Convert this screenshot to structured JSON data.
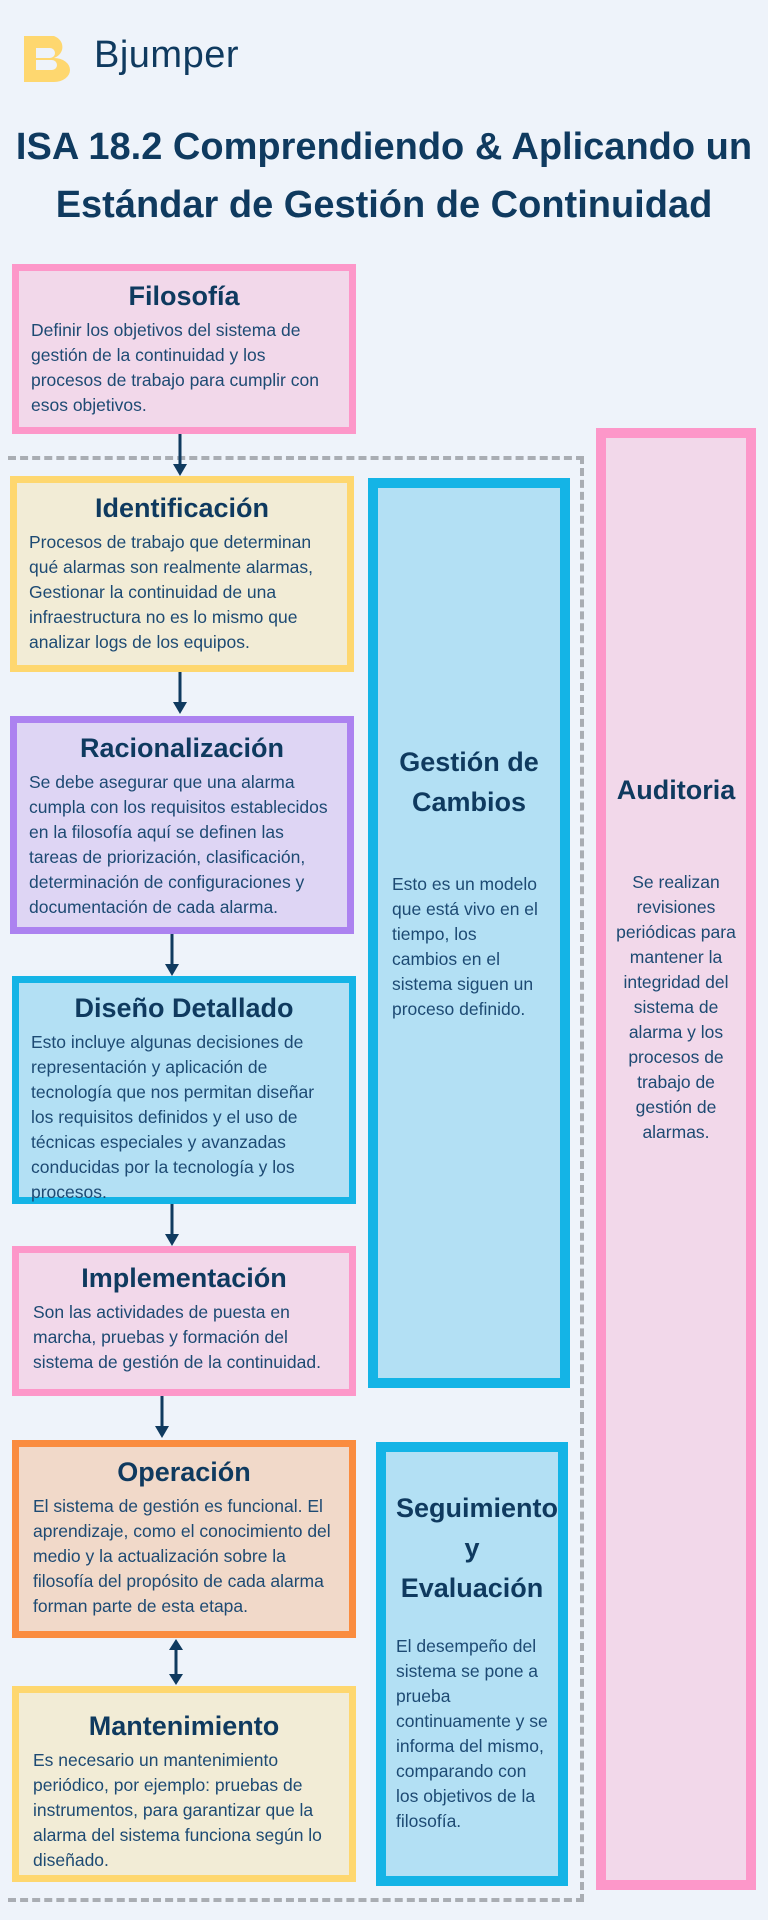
{
  "brand": {
    "name": "Bjumper",
    "logo_color": "#fed76f"
  },
  "title": {
    "line1": "ISA 18.2 Comprendiendo & Aplicando un",
    "line2": "Estándar de Gestión de Continuidad"
  },
  "stages": {
    "filosofia": {
      "title": "Filosofía",
      "text": "Definir los objetivos del sistema de gestión de la continuidad y los procesos de trabajo para cumplir con esos objetivos.",
      "color": "#fd97c9"
    },
    "identificacion": {
      "title": "Identificación",
      "text": "Procesos de trabajo que determinan qué alarmas son realmente alarmas, Gestionar la continuidad de una infraestructura no es lo mismo que analizar logs de los equipos.",
      "color": "#fed76f"
    },
    "racionalizacion": {
      "title": "Racionalización",
      "text": "Se debe asegurar que una alarma cumpla con los requisitos establecidos en la filosofía aquí se definen las tareas de priorización, clasificación, determinación de configuraciones y documentación de cada alarma.",
      "color": "#ac82f0"
    },
    "diseno": {
      "title": "Diseño Detallado",
      "text": "Esto incluye algunas decisiones de representación y aplicación de tecnología que nos permitan diseñar los requisitos definidos y el uso de técnicas especiales y avanzadas conducidas por la tecnología y los procesos.",
      "color": "#14b4e6"
    },
    "implementacion": {
      "title": "Implementación",
      "text": "Son las actividades de puesta en marcha, pruebas y formación del sistema de gestión de la continuidad.",
      "color": "#fd97c9"
    },
    "operacion": {
      "title": "Operación",
      "text": "El sistema de gestión es funcional. El aprendizaje, como el conocimiento del medio y la actualización sobre la filosofía del propósito de cada alarma forman parte de esta etapa.",
      "color": "#fa8c3f"
    },
    "mantenimiento": {
      "title": "Mantenimiento",
      "text": "Es necesario un mantenimiento periódico, por ejemplo: pruebas de instrumentos, para garantizar que la alarma del sistema funciona según lo diseñado.",
      "color": "#fed76f"
    }
  },
  "side": {
    "cambios": {
      "title_line1": "Gestión de",
      "title_line2": "Cambios",
      "text": "Esto es un modelo que está vivo en el tiempo, los cambios en el sistema siguen un proceso definido."
    },
    "seguimiento": {
      "title_line1": "Seguimiento",
      "title_line2": "y",
      "title_line3": "Evaluación",
      "text": "El desempeño del sistema se pone a prueba continuamente y se informa del mismo, comparando con los objetivos de la filosofía."
    },
    "auditoria": {
      "title": "Auditoria",
      "text": "Se realizan revisiones periódicas para mantener la integridad del sistema de alarma y los procesos de trabajo de gestión de alarmas."
    }
  }
}
